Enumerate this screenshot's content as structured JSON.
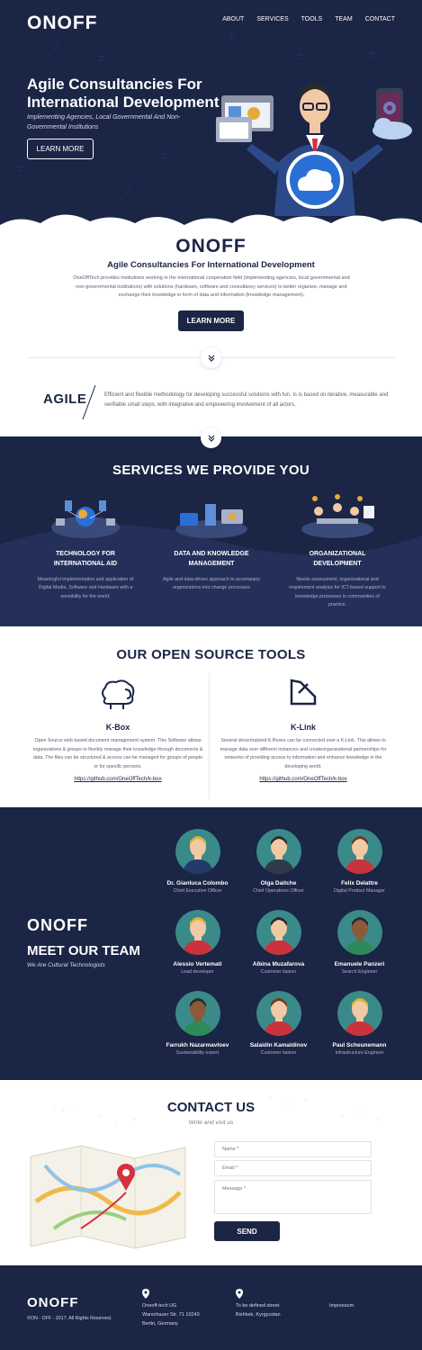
{
  "brand": {
    "logo_text": "ONOFF"
  },
  "nav": {
    "items": [
      "ABOUT",
      "SERVICES",
      "TOOLS",
      "TEAM",
      "CONTACT"
    ]
  },
  "hero": {
    "title": "Agile Consultancies For International Development",
    "subtitle": "Implementing Agencies, Local Governmental And Non-Governmental Institutions",
    "cta": "LEARN MORE"
  },
  "intro": {
    "heading": "Agile Consultancies For International Development",
    "text": "OneOffTech provides institutions working in the international cooperation field (implementing agencies, local governmental and non-governmental institutions) with solutions (hardware, software and consultancy services) to better organize, manage and exchange their knowledge in form of data and information (knowledge management).",
    "cta": "LEARN MORE"
  },
  "agile": {
    "title": "AGILE",
    "text": "Efficient and flexible methodology for developing successful solutions with fun. Is is based on iterative, measurable and verifiable small steps, with integrative and empowering involvement of all actors."
  },
  "services": {
    "title": "SERVICES WE PROVIDE YOU",
    "items": [
      {
        "name": "TECHNOLOGY FOR INTERNATIONAL AID",
        "desc": "Meaningful implementation and application of Digital Media, Software and Hardware with a sensibility for the world."
      },
      {
        "name": "DATA AND KNOWLEDGE MANAGEMENT",
        "desc": "Agile and data-driven approach to accompany organizations into change processes"
      },
      {
        "name": "ORGANIZATIONAL DEVELOPMENT",
        "desc": "Needs assessment, organizational and requirement analysis for ICT-based support to knowledge processes in communities of practice."
      }
    ]
  },
  "tools": {
    "title": "OUR OPEN SOURCE TOOLS",
    "items": [
      {
        "name": "K-Box",
        "desc": "Open Source web based document management system. This Software allows organizations & groups to flexibly manage their knowledge through documents & data. The files can be structured & access can be managed for groups of people or for specific persons.",
        "link": "https://github.com/OneOffTech/k-box"
      },
      {
        "name": "K-Link",
        "desc": "Several decentralized K-Boxes can be connected over a K-Link. This allows to manage data over different instances and createorganizational partnerships for networks of providing access to information and enhance knowledge in the developing world.",
        "link": "https://github.com/OneOffTech/k-box"
      }
    ]
  },
  "team": {
    "logo_text": "ONOFF",
    "title": "MEET OUR TEAM",
    "subtitle": "We Are Cultural Technologists",
    "members": [
      {
        "name": "Dr. Gianluca Colombo",
        "role": "Chief Executive Officer",
        "skin": "#f2c9a5",
        "hair": "#e2b233",
        "shirt": "#243a6b"
      },
      {
        "name": "Olga Daitche",
        "role": "Chief Operations Officer",
        "skin": "#f2c9a5",
        "hair": "#2a2a2a",
        "shirt": "#2e3a4a"
      },
      {
        "name": "Felix Delattre",
        "role": "Digital Product Manager",
        "skin": "#f2c9a5",
        "hair": "#6b3a1f",
        "shirt": "#c9333b"
      },
      {
        "name": "Alessio Vertemati",
        "role": "Lead developer",
        "skin": "#f2c9a5",
        "hair": "#e2b233",
        "shirt": "#c9333b"
      },
      {
        "name": "Albina Muzafarova",
        "role": "Customer liaison",
        "skin": "#f2c9a5",
        "hair": "#2a2a2a",
        "shirt": "#c9333b"
      },
      {
        "name": "Emanuele Panzeri",
        "role": "Search Engineer",
        "skin": "#8a5a3b",
        "hair": "#2a2a2a",
        "shirt": "#2e8a5a"
      },
      {
        "name": "Farrukh Nazarmavloev",
        "role": "Sustainability expert",
        "skin": "#8a5a3b",
        "hair": "#2a2a2a",
        "shirt": "#2e8a5a"
      },
      {
        "name": "Salaidin Kamaldinov",
        "role": "Customer liaison",
        "skin": "#f2c9a5",
        "hair": "#6b3a1f",
        "shirt": "#c9333b"
      },
      {
        "name": "Paul Scheunemann",
        "role": "Infrastructure Engineer",
        "skin": "#f2c9a5",
        "hair": "#e2b233",
        "shirt": "#c9333b"
      }
    ]
  },
  "contact": {
    "title": "CONTACT US",
    "subtitle": "Write and visit us",
    "name_placeholder": "Name *",
    "email_placeholder": "Email *",
    "message_placeholder": "Message *",
    "send": "SEND"
  },
  "footer": {
    "logo_text": "ONOFF",
    "copyright": "©ON - OFF  -  2017. All Rights Reserved.",
    "address1": [
      "Oneoff-tech UG",
      "Warschauer Str. 71 10243",
      "Berlin, Germany"
    ],
    "address2": [
      "To be defined street",
      "Bishkek, Kyrgyzstan"
    ],
    "impressum": "Impressum"
  },
  "colors": {
    "navy": "#1b2545",
    "accent_red": "#d6303d",
    "sky": "#2a6fd6"
  }
}
